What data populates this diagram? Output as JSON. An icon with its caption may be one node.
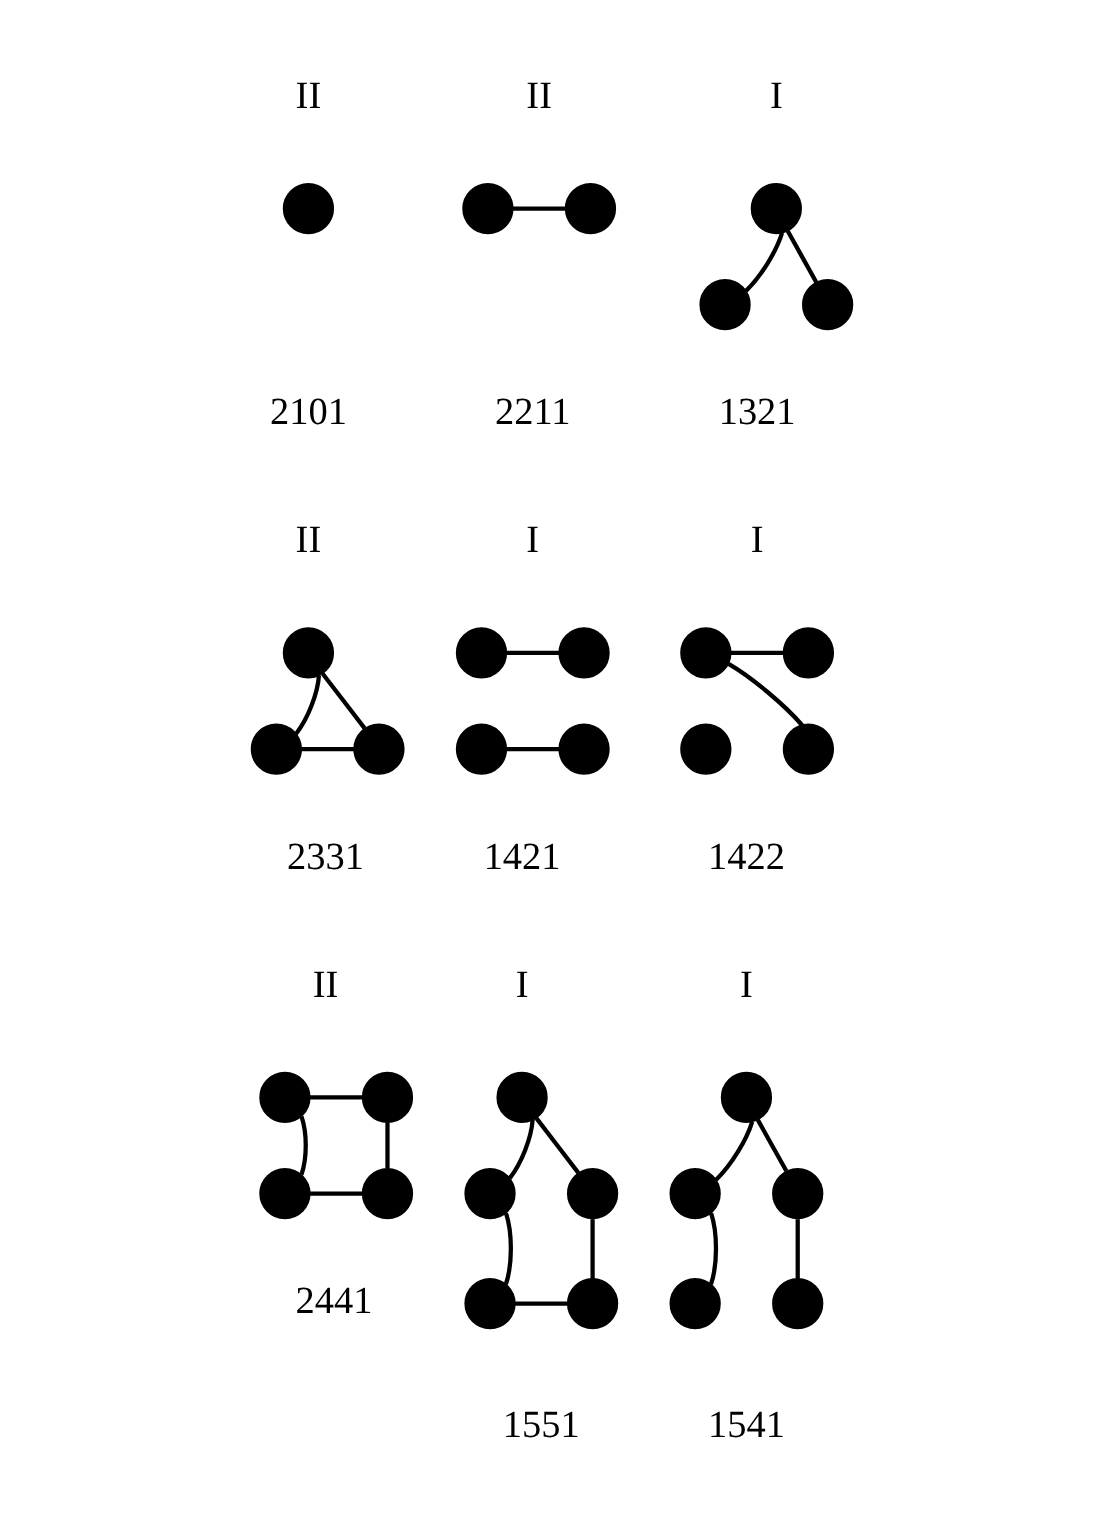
{
  "diagram": {
    "nodes": [
      {
        "text": [],
        "shape": "circle"
      },
      {
        "text": [],
        "shape": "circle"
      },
      {
        "text": [],
        "shape": "circle"
      },
      {
        "text": [],
        "shape": "circle"
      },
      {
        "text": [],
        "shape": "circle"
      },
      {
        "text": [],
        "shape": "circle"
      },
      {
        "text": [],
        "shape": "circle"
      },
      {
        "text": [],
        "shape": "circle"
      },
      {
        "text": [],
        "shape": "circle"
      },
      {
        "text": [],
        "shape": "circle"
      },
      {
        "text": [],
        "shape": "circle"
      },
      {
        "text": [],
        "shape": "circle"
      },
      {
        "text": [],
        "shape": "circle"
      },
      {
        "text": [],
        "shape": "circle"
      },
      {
        "text": [],
        "shape": "circle"
      },
      {
        "text": [],
        "shape": "circle"
      },
      {
        "text": [],
        "shape": "circle"
      },
      {
        "text": [],
        "shape": "circle"
      },
      {
        "text": [],
        "shape": "circle"
      },
      {
        "text": [],
        "shape": "circle"
      },
      {
        "text": [],
        "shape": "circle"
      },
      {
        "text": [],
        "shape": "circle"
      },
      {
        "text": [],
        "shape": "circle"
      },
      {
        "text": [],
        "shape": "circle"
      },
      {
        "text": [],
        "shape": "circle"
      },
      {
        "text": [],
        "shape": "circle"
      },
      {
        "text": [],
        "shape": "circle"
      },
      {
        "text": [],
        "shape": "circle"
      },
      {
        "text": [],
        "shape": "circle"
      },
      {
        "text": [],
        "shape": "circle"
      },
      {
        "text": [],
        "shape": "circle"
      }
    ],
    "edges": [
      {
        "from": 1,
        "to": 2,
        "arrow": "none"
      },
      {
        "from": 3,
        "to": 4,
        "arrow": "none"
      },
      {
        "from": 3,
        "to": 5,
        "arrow": "none"
      },
      {
        "from": 6,
        "to": 7,
        "arrow": "none"
      },
      {
        "from": 6,
        "to": 8,
        "arrow": "none"
      },
      {
        "from": 7,
        "to": 8,
        "arrow": "none"
      },
      {
        "from": 9,
        "to": 10,
        "arrow": "none"
      },
      {
        "from": 11,
        "to": 12,
        "arrow": "none"
      },
      {
        "from": 13,
        "to": 14,
        "arrow": "none"
      },
      {
        "from": 13,
        "to": 15,
        "arrow": "none"
      },
      {
        "from": 17,
        "to": 18,
        "arrow": "none"
      },
      {
        "from": 17,
        "to": 19,
        "arrow": "none"
      },
      {
        "from": 18,
        "to": 20,
        "arrow": "none"
      },
      {
        "from": 19,
        "to": 20,
        "arrow": "none"
      },
      {
        "from": 21,
        "to": 22,
        "arrow": "none"
      },
      {
        "from": 21,
        "to": 23,
        "arrow": "none"
      },
      {
        "from": 22,
        "to": 24,
        "arrow": "none"
      },
      {
        "from": 23,
        "to": 25,
        "arrow": "none"
      },
      {
        "from": 24,
        "to": 25,
        "arrow": "none"
      },
      {
        "from": 26,
        "to": 27,
        "arrow": "none"
      },
      {
        "from": 26,
        "to": 28,
        "arrow": "none"
      },
      {
        "from": 27,
        "to": 29,
        "arrow": "none"
      },
      {
        "from": 28,
        "to": 30,
        "arrow": "none"
      }
    ],
    "labels": [
      "II",
      "2101",
      "II",
      "2211",
      "I",
      "1321",
      "II",
      "2331",
      "I",
      "1421",
      "I",
      "1422",
      "II",
      "2441",
      "I",
      "1551",
      "I",
      "1541"
    ]
  }
}
